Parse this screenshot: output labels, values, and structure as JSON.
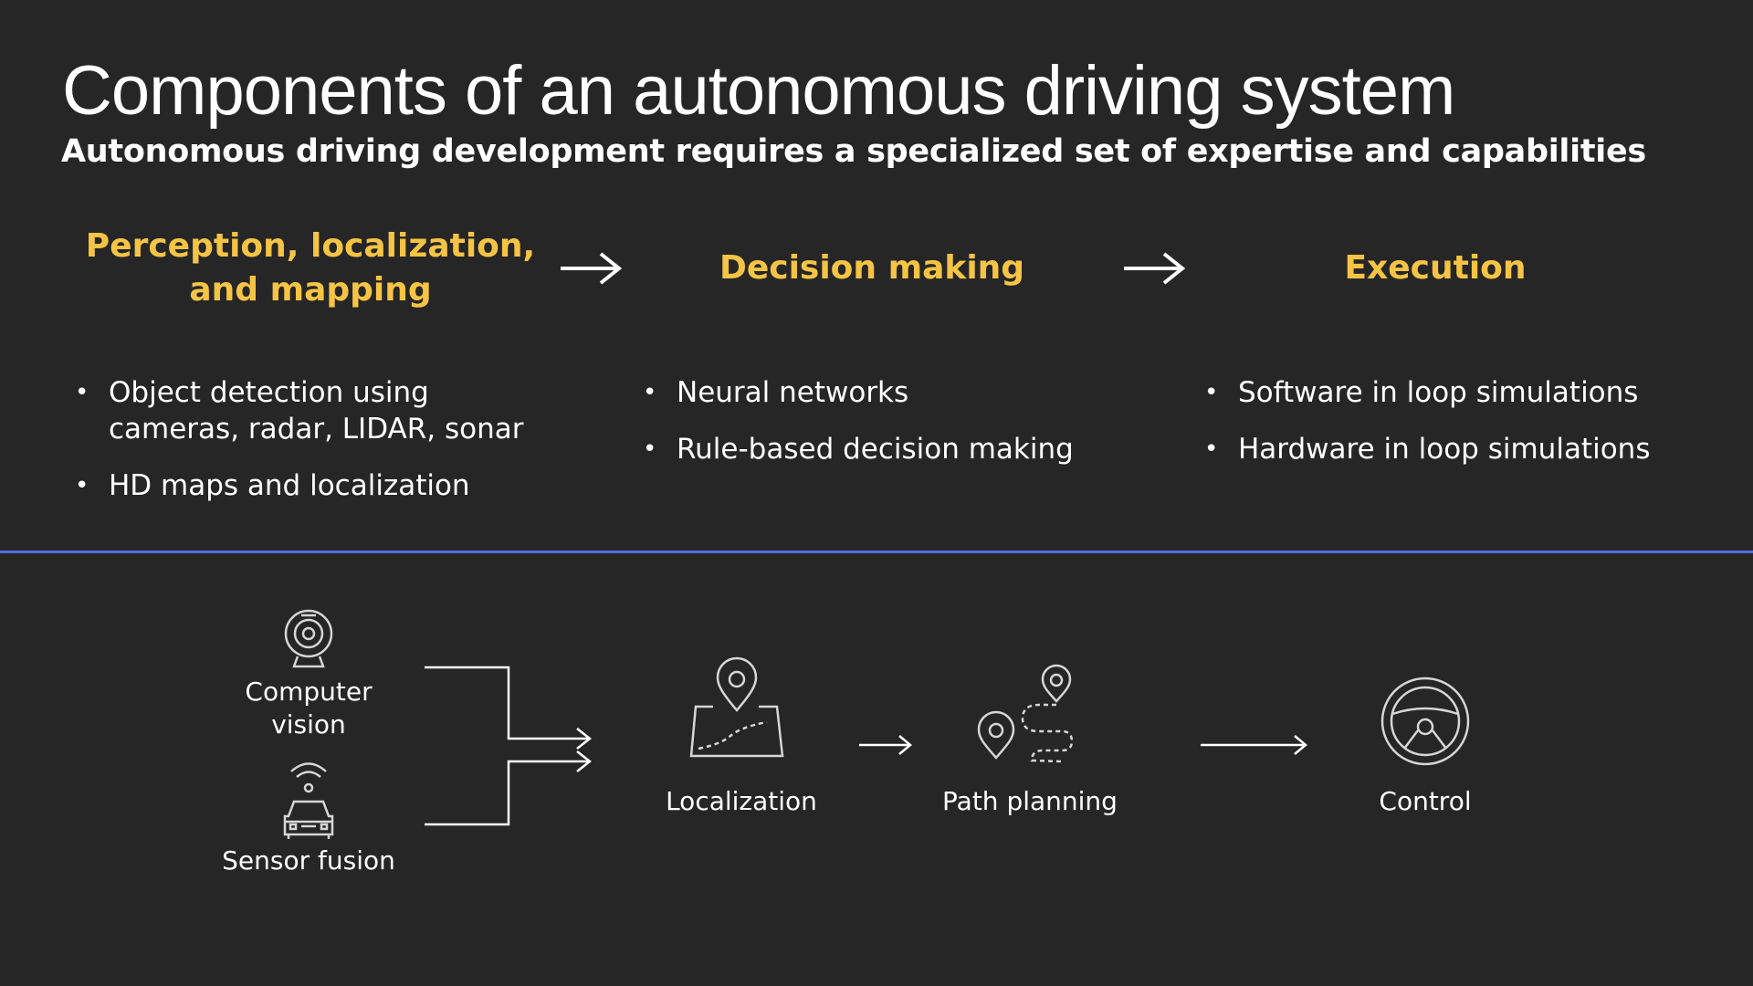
{
  "header": {
    "title": "Components of an autonomous driving system",
    "subtitle": "Autonomous driving development requires a specialized set of expertise and capabilities"
  },
  "stages": [
    {
      "title_lines": [
        "Perception, localization,",
        "and mapping"
      ],
      "bullets": [
        {
          "lines": [
            "Object detection using",
            "cameras, radar, LIDAR, sonar"
          ]
        },
        {
          "lines": [
            "HD maps and localization"
          ]
        }
      ]
    },
    {
      "title_lines": [
        "Decision making"
      ],
      "bullets": [
        {
          "lines": [
            "Neural networks"
          ]
        },
        {
          "lines": [
            "Rule-based decision making"
          ]
        }
      ]
    },
    {
      "title_lines": [
        "Execution"
      ],
      "bullets": [
        {
          "lines": [
            "Software in loop simulations"
          ]
        },
        {
          "lines": [
            "Hardware in loop simulations"
          ]
        }
      ]
    }
  ],
  "pipeline": {
    "computer_vision": {
      "icon": "webcam-icon",
      "lines": [
        "Computer",
        "vision"
      ]
    },
    "sensor_fusion": {
      "icon": "connected-car-icon",
      "label": "Sensor fusion"
    },
    "localization": {
      "icon": "map-pin-icon",
      "label": "Localization"
    },
    "path_planning": {
      "icon": "route-icon",
      "label": "Path planning"
    },
    "control": {
      "icon": "steering-wheel-icon",
      "label": "Control"
    }
  },
  "colors": {
    "background": "#262626",
    "accent_yellow": "#f6c445",
    "divider_blue": "#4f6ee3",
    "text": "#ffffff",
    "icon_gray": "#d6d6d6"
  }
}
